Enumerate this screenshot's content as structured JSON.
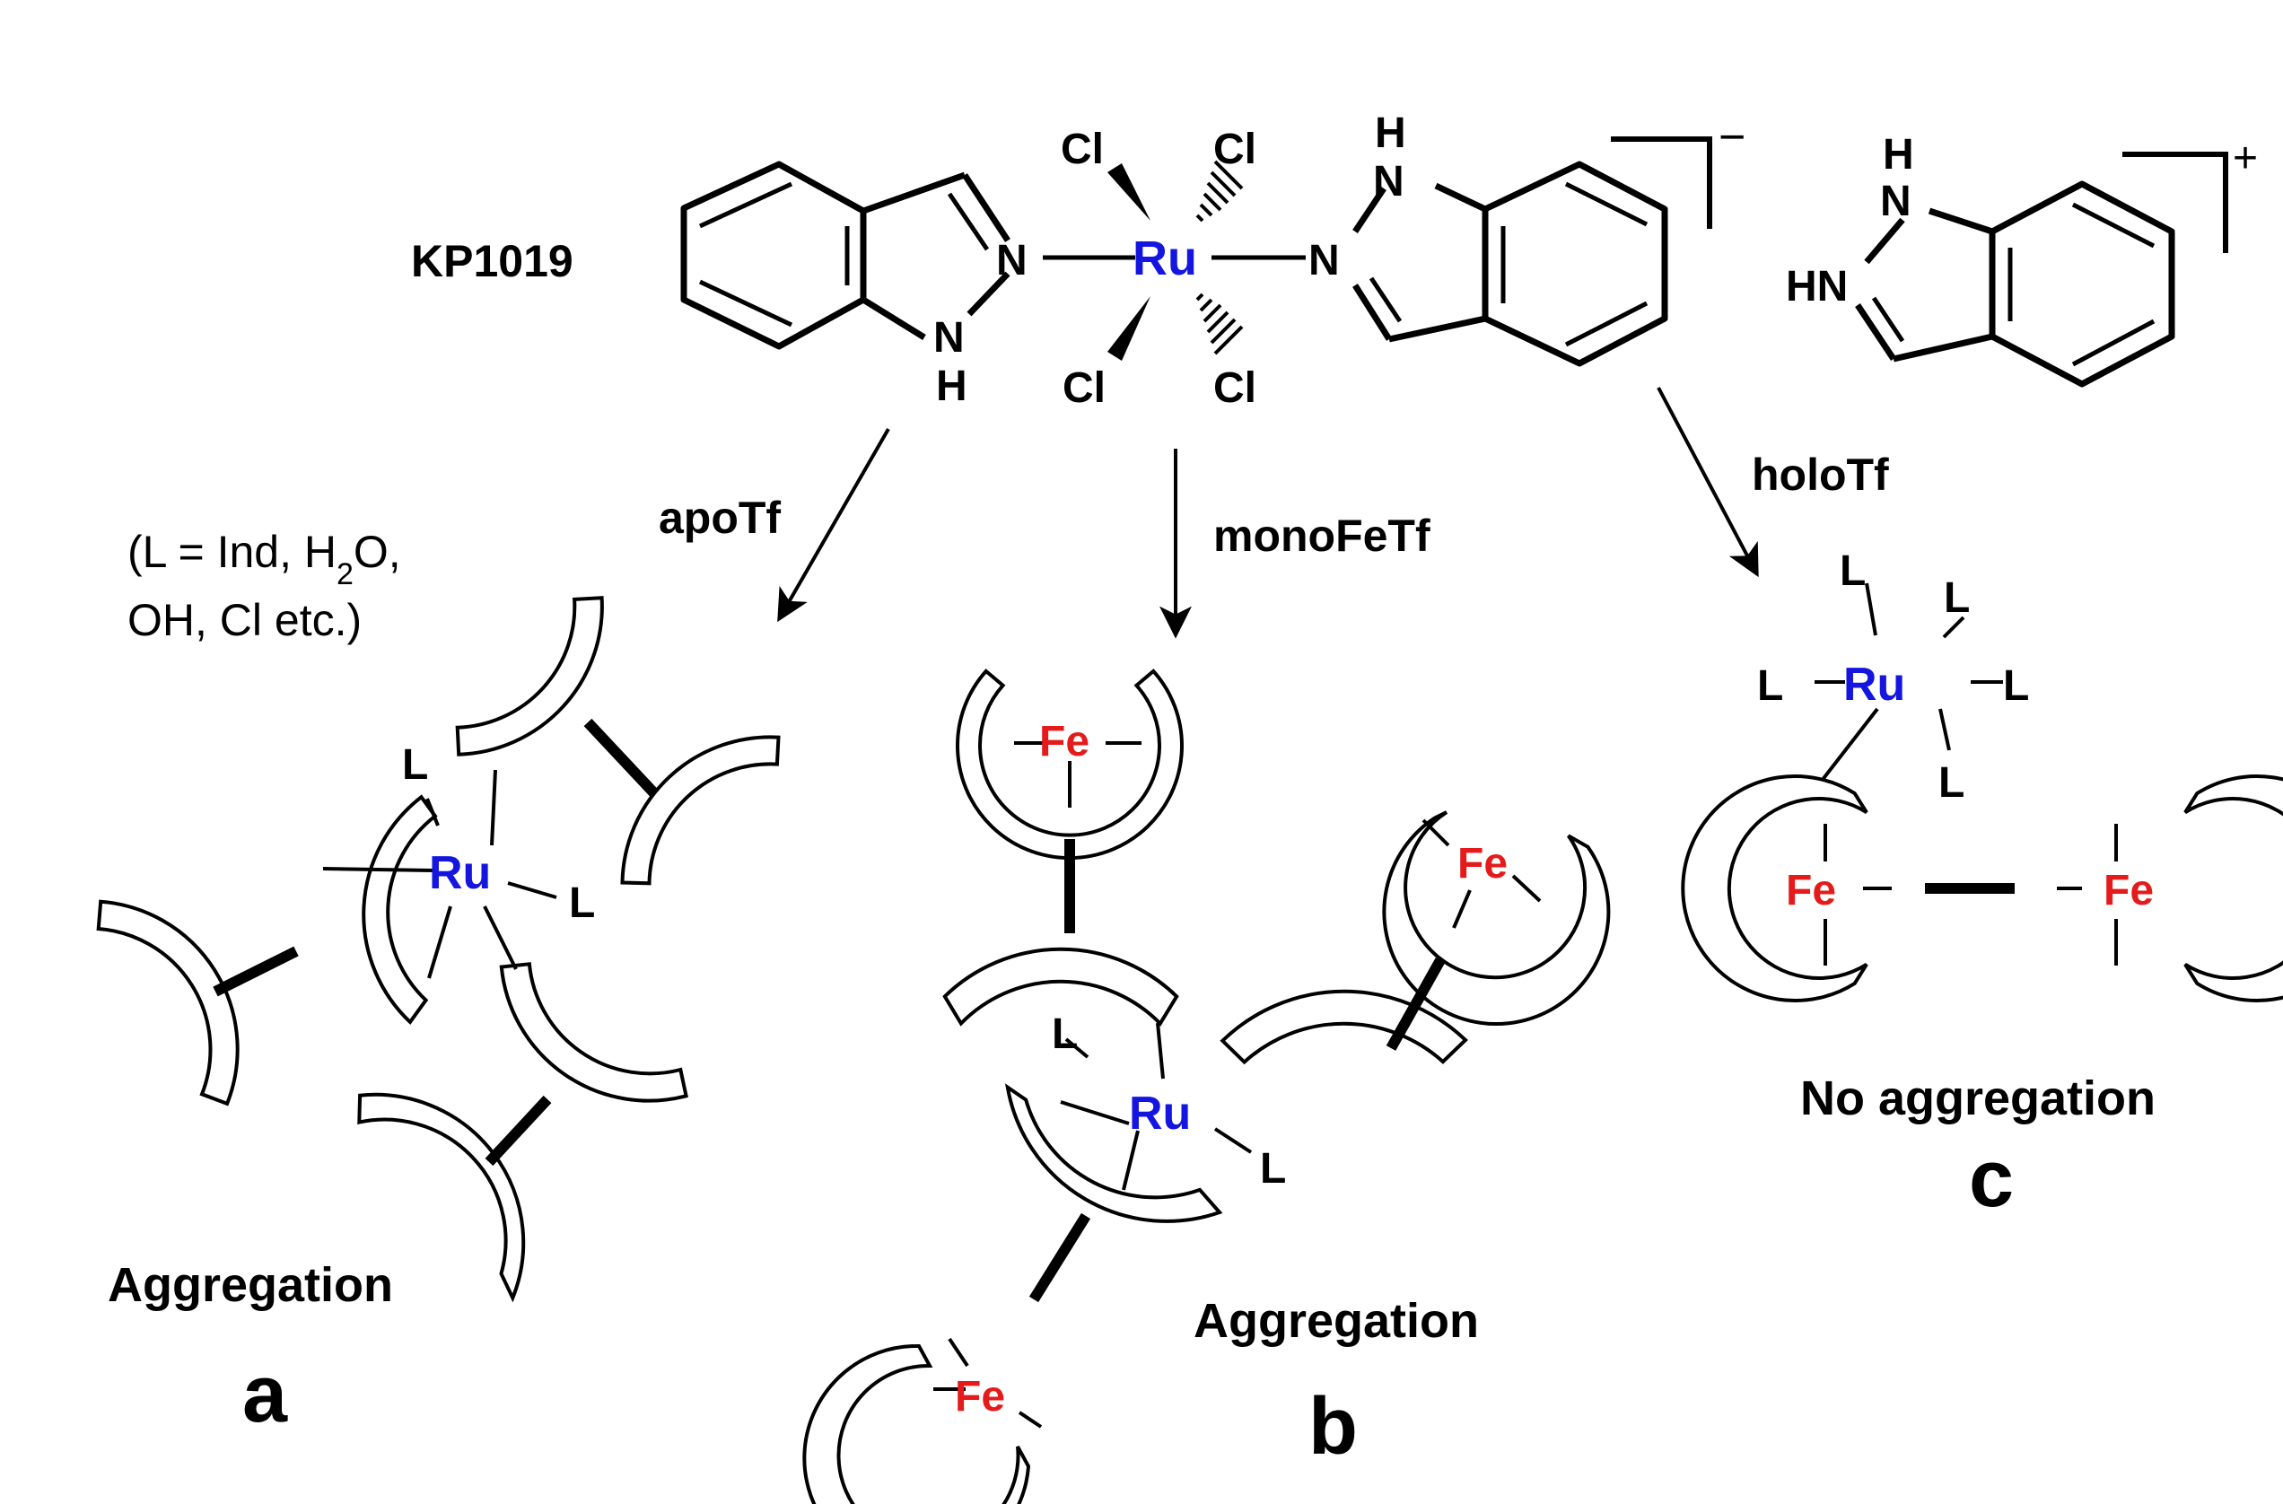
{
  "colors": {
    "ruthenium": "#1515e0",
    "iron": "#e51b1b",
    "ink": "#000000"
  },
  "complex": {
    "name": "KP1019",
    "metal": "Ru",
    "chloride": "Cl",
    "nitrogen": "N",
    "hydrogen": "H",
    "anion_charge": "−",
    "counterion_charge": "+",
    "counterion_nh_label": "HN"
  },
  "legend": {
    "line1_prefix": "(L = Ind, H",
    "line1_sub": "2",
    "line1_suffix": "O,",
    "line2": "OH, Cl etc.)"
  },
  "pathways": [
    {
      "protein": "apoTf",
      "outcome": "Aggregation",
      "letter": "a"
    },
    {
      "protein": "monoFeTf",
      "outcome": "Aggregation",
      "letter": "b"
    },
    {
      "protein": "holoTf",
      "outcome": "No aggregation",
      "letter": "c"
    }
  ],
  "ligand_label": "L",
  "iron_label": "Fe"
}
